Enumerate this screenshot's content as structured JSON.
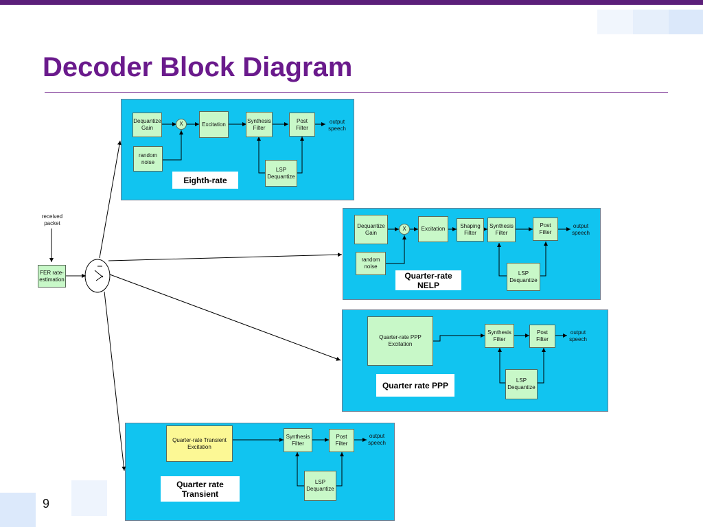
{
  "slide": {
    "title": "Decoder Block Diagram",
    "page_number": "9"
  },
  "colors": {
    "title": "#6a1a8c",
    "top_bar": "#5b1f7a",
    "panel": "#11c4f0",
    "block": "#c8f8c8",
    "transient_block": "#fcf895"
  },
  "input": {
    "received_packet": "received\npacket",
    "fer_block": "FER rate-\nestimation"
  },
  "eighth_rate": {
    "caption": "Eighth-rate",
    "dequantize_gain": "Dequantize\nGain",
    "multiplier": "X",
    "excitation": "Excitation",
    "synthesis_filter": "Synthesis\nFilter",
    "post_filter": "Post\nFilter",
    "output": "output\nspeech",
    "random_noise": "random\nnoise",
    "lsp_dequantize": "LSP\nDequantize"
  },
  "nelp": {
    "caption": "Quarter-rate\nNELP",
    "dequantize_gain": "Dequantize\nGain",
    "multiplier": "X",
    "excitation": "Excitation",
    "shaping_filter": "Shaping\nFilter",
    "synthesis_filter": "Synthesis\nFilter",
    "post_filter": "Post\nFilter",
    "output": "output\nspeech",
    "random_noise": "random\nnoise",
    "lsp_dequantize": "LSP\nDequantize"
  },
  "ppp": {
    "caption": "Quarter rate PPP",
    "excitation": "Quarter-rate PPP\nExcitation",
    "synthesis_filter": "Synthesis\nFilter",
    "post_filter": "Post\nFilter",
    "output": "output\nspeech",
    "lsp_dequantize": "LSP\nDequantize"
  },
  "transient": {
    "caption": "Quarter rate\nTransient",
    "excitation": "Quarter-rate Transient\nExcitation",
    "synthesis_filter": "Synthesis\nFilter",
    "post_filter": "Post\nFilter",
    "output": "output\nspeech",
    "lsp_dequantize": "LSP\nDequantize"
  }
}
